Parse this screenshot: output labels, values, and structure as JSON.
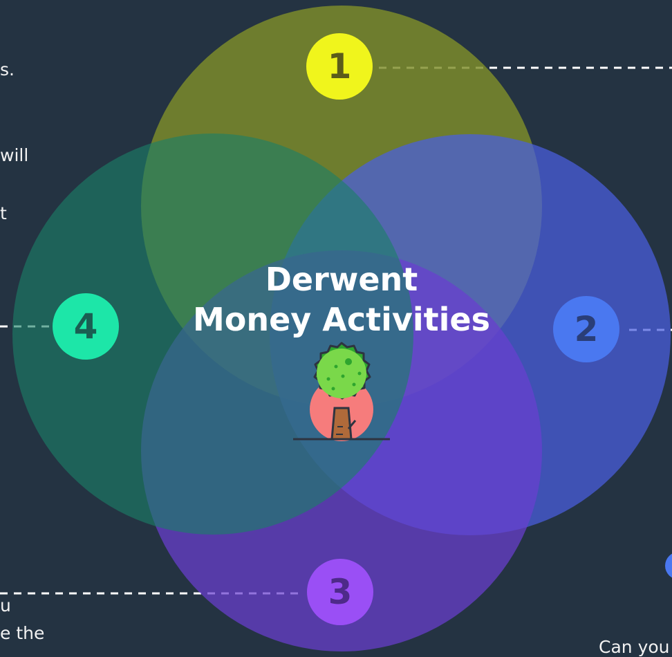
{
  "title_line1": "Derwent",
  "title_line2": "Money Activities",
  "badges": [
    {
      "number": "1",
      "color": "#f0f51c",
      "text_color": "#5b5c1a"
    },
    {
      "number": "2",
      "color": "#4a78f0",
      "text_color": "#2a3e78"
    },
    {
      "number": "3",
      "color": "#9a4ff5",
      "text_color": "#4e2a8a"
    },
    {
      "number": "4",
      "color": "#1de6a8",
      "text_color": "#1a5e52"
    }
  ],
  "circle_colors": {
    "top": "#7f8e2a",
    "right": "#4a5ee0",
    "bottom": "#6a3fd0",
    "left": "#1b8068"
  },
  "edge_text": {
    "left_1": "s.",
    "left_2": "will",
    "left_3": "t",
    "left_4": "u",
    "left_5": "e the",
    "bottom_right": "Can you"
  },
  "icon": "tree-icon",
  "accent": "#4a78f0"
}
